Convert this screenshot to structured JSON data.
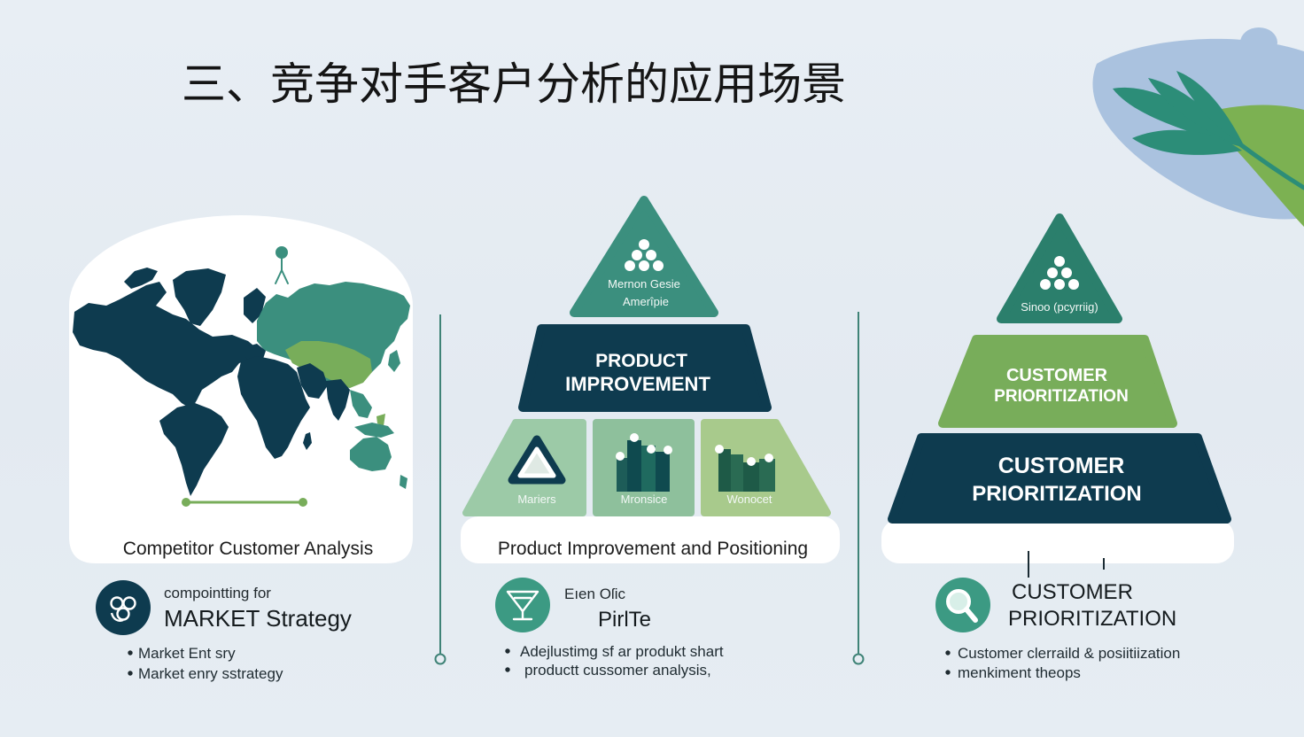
{
  "title": "三、竞争对手客户分析的应用场景",
  "colors": {
    "navy": "#0e3b4f",
    "teal": "#3b8f7e",
    "teal_dark": "#2b7f6c",
    "green": "#78ad5a",
    "sage": "#9ccaa7",
    "sage_mid": "#8ec09c",
    "olive_light": "#a8ca8c",
    "icon_teal": "#3c9a83",
    "divider": "#3f8377"
  },
  "panel_map": {
    "caption": "Competitor Customer Analysis",
    "icon": "network-icon",
    "kicker": "compointting for",
    "heading": "MARKET Strategy",
    "bullets": [
      "Market Ent sry",
      "Market enry sstrategy"
    ]
  },
  "panel_product": {
    "pyramid_top": [
      "Mernon Gesie",
      "Amerîpie"
    ],
    "pyramid_middle": [
      "PRODUCT",
      "IMPROVEMENT"
    ],
    "pyramid_blocks": [
      "Mariers",
      "Mronsice",
      "Wonocet"
    ],
    "caption": "Product Improvement and Positioning",
    "icon": "funnel-icon",
    "kicker": "Eıen Oſic",
    "heading": "PirlTe",
    "bullets": [
      "Adejlustimg sf ar produkt shart",
      "productt cussomer analysis,"
    ]
  },
  "panel_customer": {
    "pyramid_top": [
      "Sinoo (pcyrriig)"
    ],
    "pyramid_middle": [
      "CUSTOMER",
      "PRIORITIZATION"
    ],
    "pyramid_bottom": [
      "CUSTOMER",
      "PRIORITIZATION"
    ],
    "icon": "magnifier-icon",
    "heading": [
      "CUSTOMER",
      "PRIORITIZATION"
    ],
    "bullets": [
      "Customer clerraild & posiitiization",
      "menkiment theops"
    ]
  }
}
